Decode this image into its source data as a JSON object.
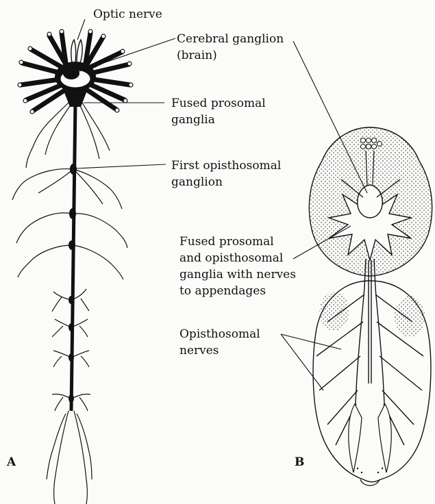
{
  "panel_labels": {
    "a": "A",
    "b": "B"
  },
  "labels": {
    "optic_nerve": "Optic nerve",
    "cerebral_1": "Cerebral ganglion",
    "cerebral_2": "(brain)",
    "fused_prosomal_1": "Fused prosomal",
    "fused_prosomal_2": "ganglia",
    "first_opisthosomal_1": "First opisthosomal",
    "first_opisthosomal_2": "ganglion",
    "fused_pro_opis_1": "Fused prosomal",
    "fused_pro_opis_2": "and opisthosomal",
    "fused_pro_opis_3": "ganglia with nerves",
    "fused_pro_opis_4": "to appendages",
    "opisthosomal_1": "Opisthosomal",
    "opisthosomal_2": "nerves"
  },
  "colors": {
    "ink": "#111111",
    "background": "#fbfbf9",
    "stipple": "#333333"
  }
}
